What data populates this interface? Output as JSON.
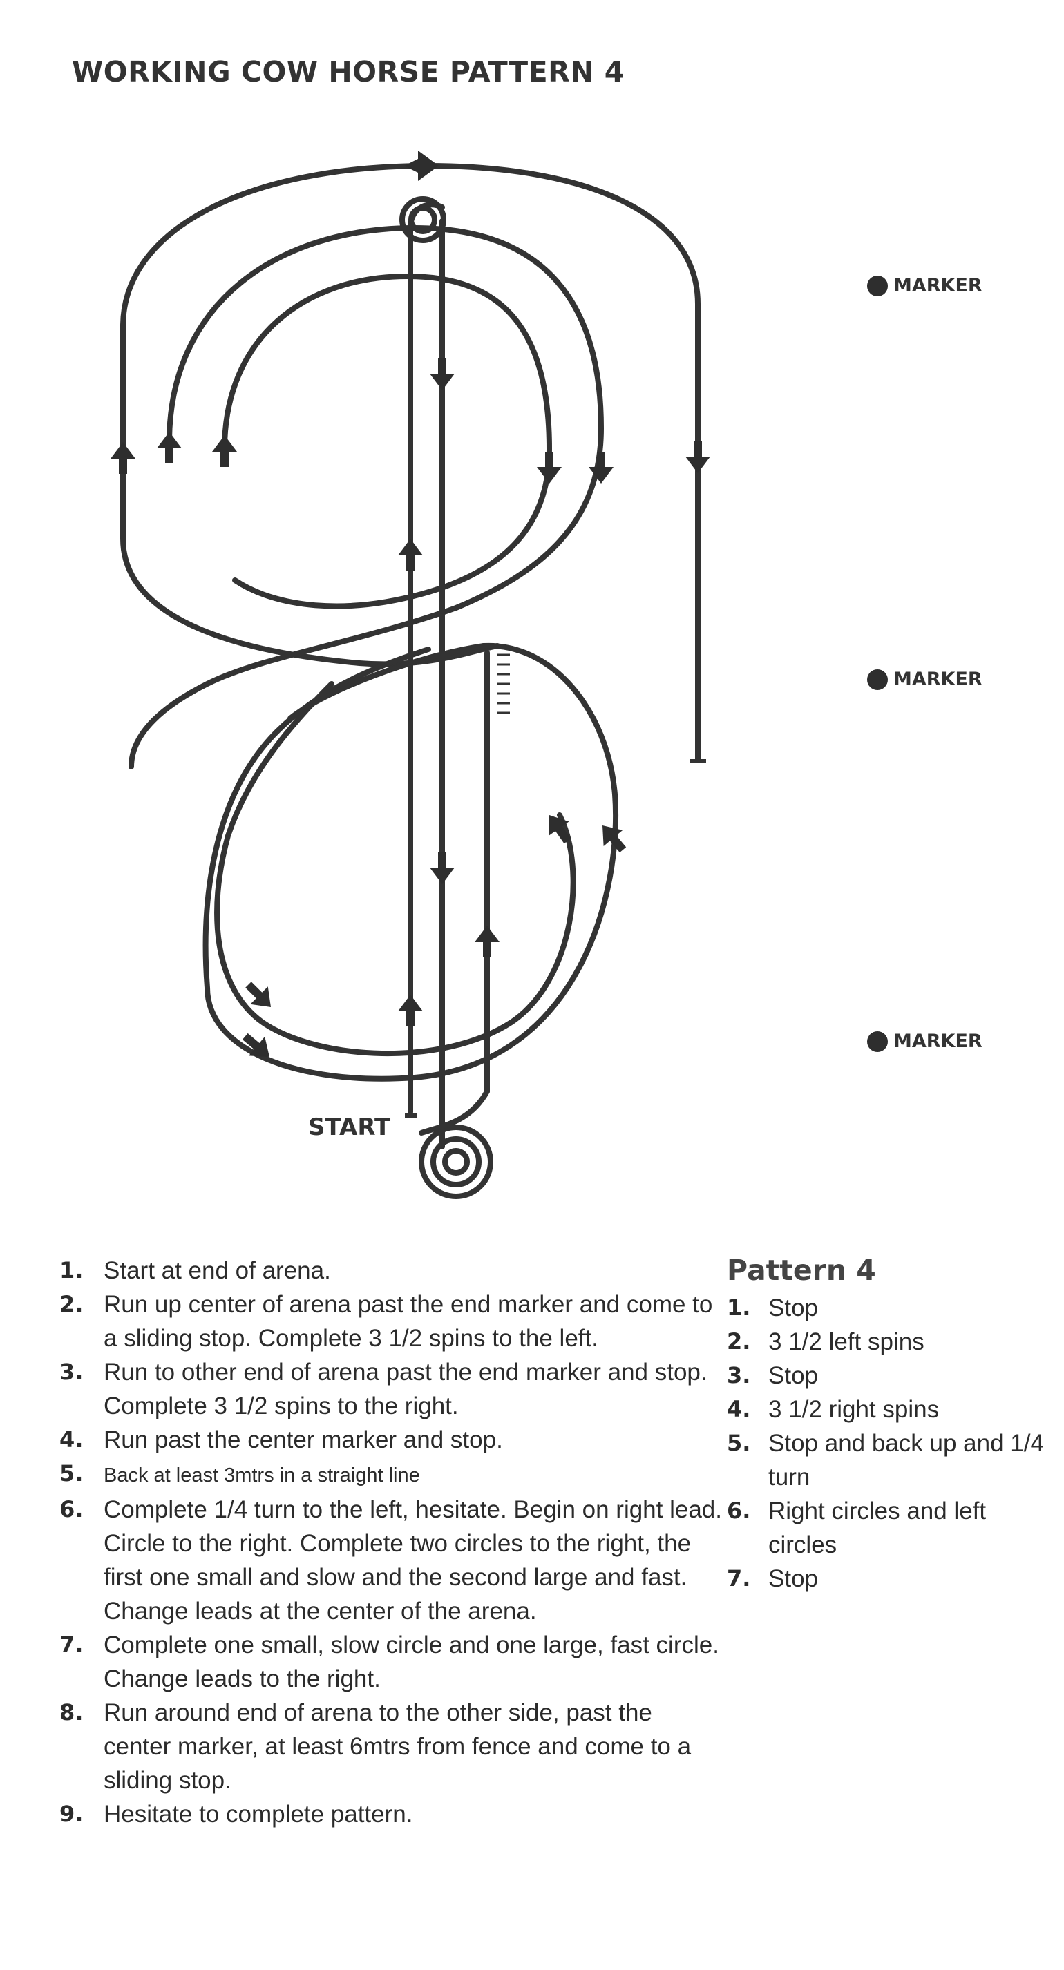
{
  "title": "WORKING COW HORSE PATTERN 4",
  "markers": {
    "top": "MARKER",
    "center": "MARKER",
    "bottom": "MARKER"
  },
  "start_label": "START",
  "steps": [
    {
      "num": "1.",
      "text": "Start at end of arena."
    },
    {
      "num": "2.",
      "text": "Run up center of arena past the end marker and come to a sliding stop.  Complete 3 1/2 spins to the left."
    },
    {
      "num": "3.",
      "text": "Run to other end of arena past the end marker and stop. Complete 3 1/2 spins to the right."
    },
    {
      "num": "4.",
      "text": "Run past the center marker and stop."
    },
    {
      "num": "5.",
      "text": "Back at least 3mtrs in a straight line"
    },
    {
      "num": "6.",
      "text": "Complete 1/4 turn to the left, hesitate.  Begin on right lead.  Circle to the right. Complete two circles to the right, the first one small and slow and the second large and fast. Change leads at the center of the arena."
    },
    {
      "num": "7.",
      "text": "Complete one small, slow circle and one large, fast circle.  Change leads to the right."
    },
    {
      "num": "8.",
      "text": "Run around end of arena to the other side, past the center marker, at least 6mtrs from fence and come to a sliding stop."
    },
    {
      "num": "9.",
      "text": "Hesitate to complete pattern."
    }
  ],
  "summary": {
    "title": "Pattern 4",
    "items": [
      {
        "num": "1.",
        "text": "Stop"
      },
      {
        "num": "2.",
        "text": "3 1/2 left spins"
      },
      {
        "num": "3.",
        "text": "Stop"
      },
      {
        "num": "4.",
        "text": "3 1/2 right spins"
      },
      {
        "num": "5.",
        "text": "Stop and back up and 1/4 turn"
      },
      {
        "num": "6.",
        "text": "Right circles and left circles"
      },
      {
        "num": "7.",
        "text": "Stop"
      }
    ]
  }
}
